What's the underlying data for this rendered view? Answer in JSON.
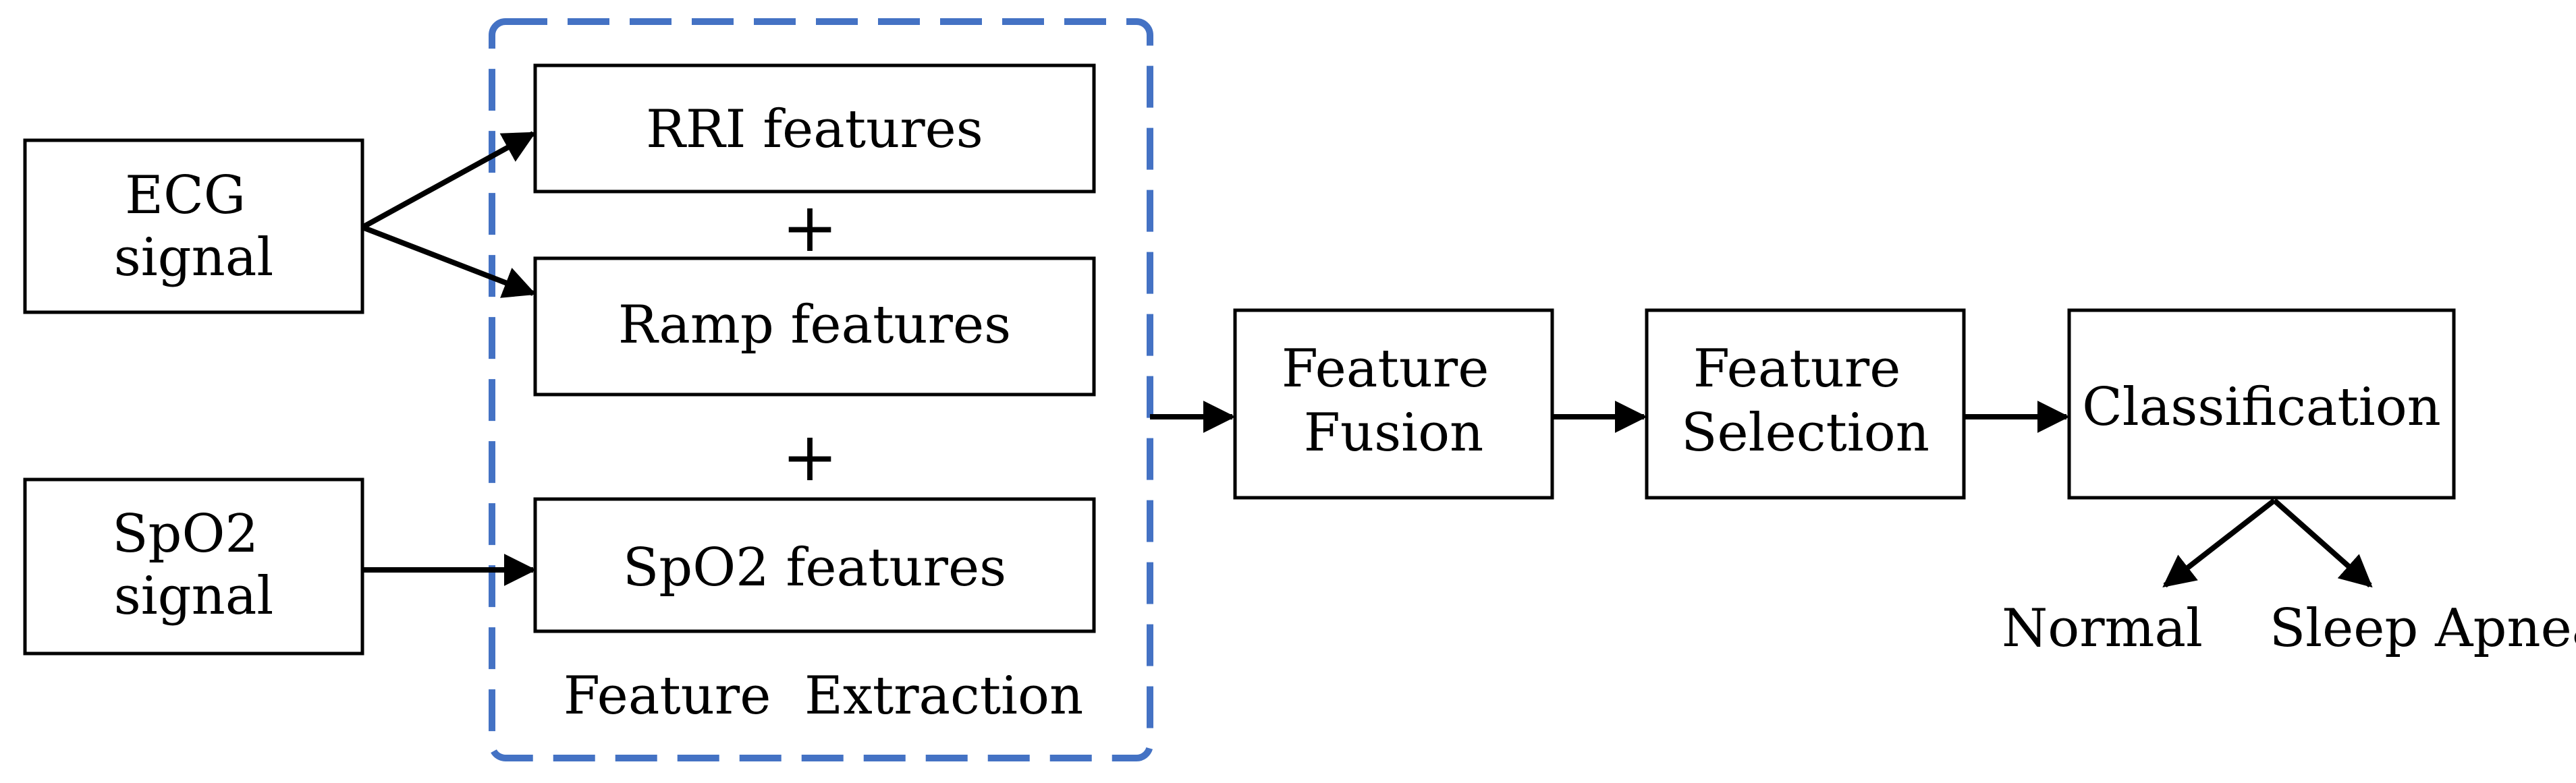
{
  "inputs": {
    "ecg": [
      "ECG",
      "signal"
    ],
    "spo2": [
      "SpO2",
      "signal"
    ]
  },
  "features": {
    "rri": "RRI features",
    "ramp": "Ramp features",
    "spo2": "SpO2 features",
    "plus": "+",
    "group_label": "Feature  Extraction"
  },
  "pipeline": {
    "fusion": [
      "Feature",
      "Fusion"
    ],
    "selection": [
      "Feature",
      "Selection"
    ],
    "classification": "Classification"
  },
  "outputs": {
    "normal": "Normal",
    "apnea": "Sleep Apnea"
  },
  "colors": {
    "group_border": "#4472C4",
    "stroke": "#000000"
  }
}
